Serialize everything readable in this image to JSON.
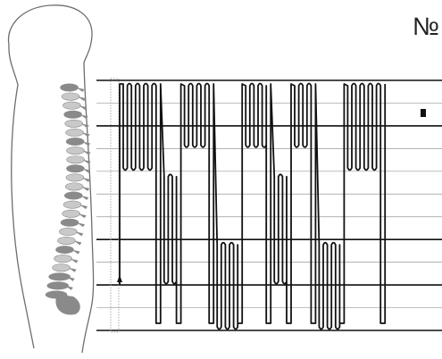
{
  "title": "№",
  "colors": {
    "ink": "#111111",
    "grid": "#999999",
    "outline": "#6e6e6e",
    "vertebra_dark": "#8a8a8a",
    "vertebra_light": "#c9c9c9"
  },
  "icons": [
    "body-silhouette-icon",
    "spine-icon"
  ],
  "pattern": {
    "major_rows": [
      0,
      2,
      7,
      9,
      11
    ],
    "row_count": 12,
    "groups": [
      {
        "name": "group-1",
        "columns": 8,
        "top_row": 0,
        "bottom_row": 4
      },
      {
        "name": "group-2",
        "columns": 3,
        "top_row": 4,
        "bottom_row": 9
      },
      {
        "name": "group-3",
        "columns": 6,
        "top_row": 0,
        "bottom_row": 3
      },
      {
        "name": "group-4",
        "columns": 5,
        "top_row": 7,
        "bottom_row": 11
      },
      {
        "name": "group-5",
        "columns": 5,
        "top_row": 0,
        "bottom_row": 3
      },
      {
        "name": "group-6",
        "columns": 3,
        "top_row": 4,
        "bottom_row": 9
      },
      {
        "name": "group-7",
        "columns": 4,
        "top_row": 0,
        "bottom_row": 3
      },
      {
        "name": "group-8",
        "columns": 5,
        "top_row": 7,
        "bottom_row": 11
      },
      {
        "name": "group-9",
        "columns": 8,
        "top_row": 0,
        "bottom_row": 4
      }
    ]
  }
}
